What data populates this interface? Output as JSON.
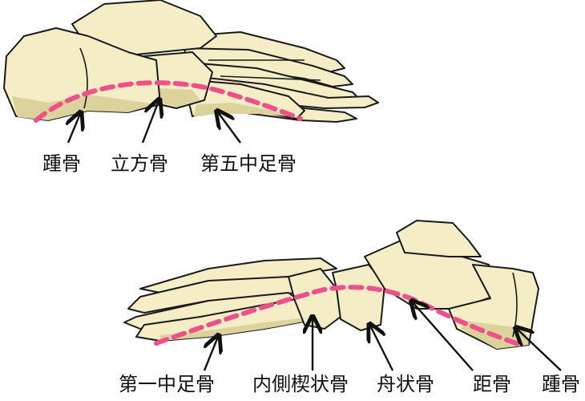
{
  "colors": {
    "bone": "#f4edc6",
    "bone_shadow": "#dcd29c",
    "arch_line": "#f0508a",
    "outline": "#1a1a1a"
  },
  "top_view": {
    "title": "lateral arch",
    "labels": [
      "踵骨",
      "立方骨",
      "第五中足骨"
    ]
  },
  "bottom_view": {
    "title": "medial arch",
    "labels": [
      "第一中足骨",
      "内側楔状骨",
      "舟状骨",
      "距骨",
      "踵骨"
    ]
  }
}
